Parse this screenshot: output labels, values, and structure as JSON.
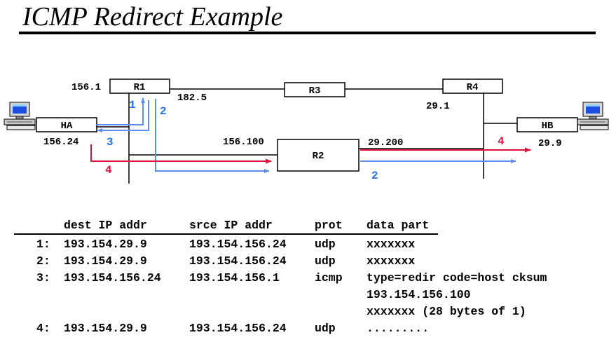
{
  "title": "ICMP Redirect Example",
  "diagram": {
    "routers": {
      "r1": "R1",
      "r2": "R2",
      "r3": "R3",
      "r4": "R4"
    },
    "hosts": {
      "ha": "HA",
      "hb": "HB"
    },
    "addresses": {
      "r1_left": "156.1",
      "r1_right": "182.5",
      "r4_bottom": "29.1",
      "ha": "156.24",
      "r2_left": "156.100",
      "r2_right": "29.200",
      "hb": "29.9"
    },
    "steps": {
      "s1": "1",
      "s2_top": "2",
      "s3": "3",
      "s4_left": "4",
      "s4_right": "4",
      "s2_bottom": "2"
    },
    "colors": {
      "blue": "#5b8ef0",
      "red": "#e0103a",
      "blue_text": "#1e73e8"
    },
    "icons": [
      "computer-icon",
      "computer-icon"
    ]
  },
  "table": {
    "headers": [
      "dest IP addr",
      "srce IP addr",
      "prot",
      "data part"
    ],
    "rows": [
      {
        "num": "1:",
        "dest": "193.154.29.9",
        "src": "193.154.156.24",
        "prot": "udp",
        "data": "xxxxxxx"
      },
      {
        "num": "2:",
        "dest": "193.154.29.9",
        "src": "193.154.156.24",
        "prot": "udp",
        "data": "xxxxxxx"
      },
      {
        "num": "3:",
        "dest": "193.154.156.24",
        "src": "193.154.156.1",
        "prot": "icmp",
        "data": "type=redir code=host cksum"
      },
      {
        "num": "",
        "dest": "",
        "src": "",
        "prot": "",
        "data": "193.154.156.100"
      },
      {
        "num": "",
        "dest": "",
        "src": "",
        "prot": "",
        "data": "xxxxxxx (28 bytes of 1)"
      },
      {
        "num": "4:",
        "dest": "193.154.29.9",
        "src": "193.154.156.24",
        "prot": "udp",
        "data": "........."
      }
    ]
  }
}
